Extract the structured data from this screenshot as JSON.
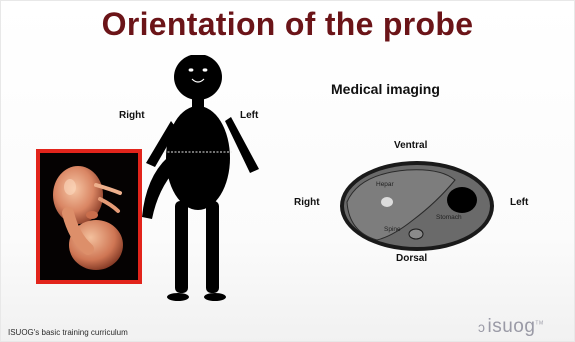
{
  "slide": {
    "title": "Orientation of the probe",
    "figure_labels": {
      "right": "Right",
      "left": "Left"
    },
    "imaging": {
      "heading": "Medical imaging",
      "ventral": "Ventral",
      "dorsal": "Dorsal",
      "right": "Right",
      "left": "Left",
      "hepar": "Hepar",
      "stomach": "Stomach",
      "spine": "Spine"
    },
    "footer": "ISUOG's basic training curriculum",
    "logo": {
      "text": "isuog",
      "mark": "ↄ",
      "sup": "TM"
    }
  },
  "colors": {
    "title": "#6b1418",
    "photo_border": "#e2241b",
    "logo": "#9a9aa6"
  }
}
